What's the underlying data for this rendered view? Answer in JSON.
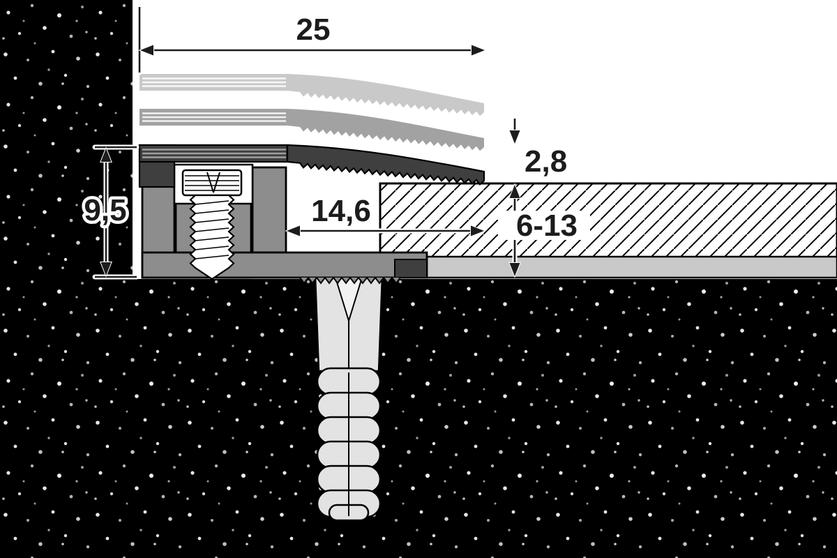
{
  "diagram": {
    "dimensions": {
      "top_width": "25",
      "edge_thickness": "2,8",
      "profile_height": "9,5",
      "inner_width": "14,6",
      "covering_height_range": "6-13"
    }
  },
  "colors": {
    "backdrop": "#ffffff",
    "concrete": "#000000",
    "concrete_dot": "#ffffff",
    "profile_light": "#c9c9c9",
    "profile_mid": "#a2a2a2",
    "profile_dark": "#3f3f3f",
    "base_profile": "#8d8d8d",
    "screw": "#ffffff",
    "wall_plug": "#e3e3e3",
    "plug_funnel": "#f2f2f2",
    "underlay": "#c9c9c9",
    "outline": "#000000",
    "dimension": "#1c1c1c"
  }
}
